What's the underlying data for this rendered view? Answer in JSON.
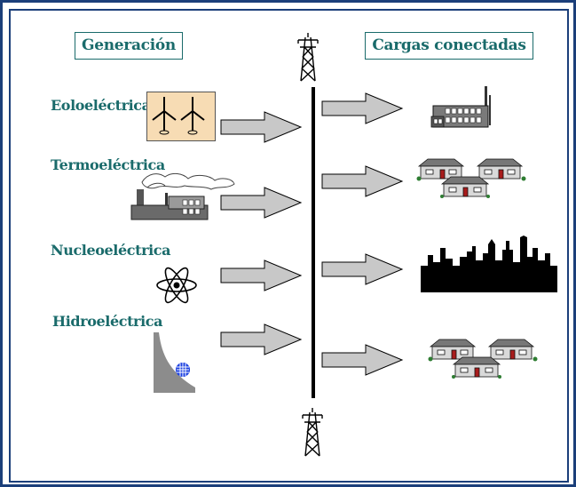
{
  "headers": {
    "generation": "Generación",
    "loads": "Cargas conectadas"
  },
  "sources": [
    {
      "label": "Eoloeléctrica",
      "icon": "wind-turbine-icon"
    },
    {
      "label": "Termoeléctrica",
      "icon": "thermal-plant-icon"
    },
    {
      "label": "Nucleoeléctrica",
      "icon": "atom-icon"
    },
    {
      "label": "Hidroeléctrica",
      "icon": "dam-icon"
    }
  ],
  "loads": [
    {
      "icon": "factory-icon"
    },
    {
      "icon": "houses-icon"
    },
    {
      "icon": "city-skyline-icon"
    },
    {
      "icon": "houses-icon"
    }
  ],
  "colors": {
    "border": "#1b3f7a",
    "text": "#1a6b6b",
    "arrow_fill": "#c8c8c8",
    "wind_bg": "#f7dcb4"
  }
}
